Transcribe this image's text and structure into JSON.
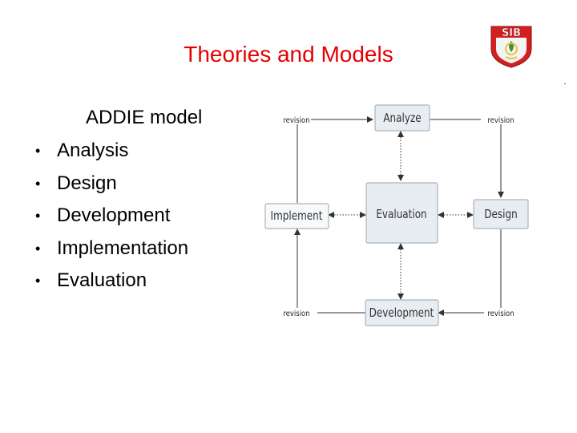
{
  "slide": {
    "title": "Theories and Models",
    "logo": {
      "text": "SIB",
      "colors": {
        "red": "#d21f1f",
        "gold": "#e8c23a",
        "green": "#3f8f3a"
      }
    },
    "list_heading": "ADDIE model",
    "bullet_symbol": "•",
    "bullets": [
      "Analysis",
      "Design",
      "Development",
      "Implementation",
      "Evaluation"
    ]
  },
  "diagram": {
    "boxes": {
      "analyze": "Analyze",
      "design": "Design",
      "development": "Development",
      "implement": "Implement",
      "evaluation": "Evaluation"
    },
    "revision_label": "revision",
    "colors": {
      "box_fill": "#e8edf2",
      "box_stroke": "#a9b4bd",
      "arrow": "#333333",
      "title": "#e60000"
    }
  }
}
